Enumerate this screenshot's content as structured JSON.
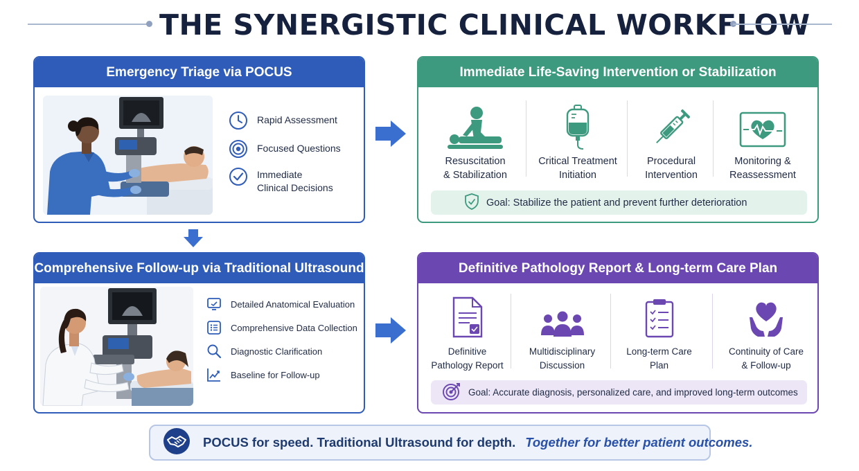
{
  "title": "THE SYNERGISTIC CLINICAL WORKFLOW",
  "triage": {
    "header": "Emergency Triage via POCUS",
    "features": [
      {
        "icon": "clock-icon",
        "label": "Rapid Assessment"
      },
      {
        "icon": "target-icon",
        "label": "Focused Questions"
      },
      {
        "icon": "check-circle-icon",
        "label": "Immediate\nClinical Decisions"
      }
    ]
  },
  "followup": {
    "header": "Comprehensive Follow-up via Traditional Ultrasound",
    "features": [
      {
        "icon": "monitor-icon",
        "label": "Detailed Anatomical Evaluation"
      },
      {
        "icon": "list-icon",
        "label": "Comprehensive Data Collection"
      },
      {
        "icon": "magnifier-icon",
        "label": "Diagnostic Clarification"
      },
      {
        "icon": "trend-chart-icon",
        "label": "Baseline for Follow-up"
      }
    ]
  },
  "intervention": {
    "header": "Immediate Life-Saving Intervention or Stabilization",
    "columns": [
      {
        "icon": "cpr-icon",
        "label": "Resuscitation\n& Stabilization"
      },
      {
        "icon": "iv-bag-icon",
        "label": "Critical Treatment\nInitiation"
      },
      {
        "icon": "syringe-icon",
        "label": "Procedural\nIntervention"
      },
      {
        "icon": "heart-monitor-icon",
        "label": "Monitoring &\nReassessment"
      }
    ],
    "goal": "Goal: Stabilize the patient and prevent further deterioration"
  },
  "report": {
    "header": "Definitive Pathology Report & Long-term Care Plan",
    "columns": [
      {
        "icon": "document-icon",
        "label": "Definitive\nPathology Report"
      },
      {
        "icon": "team-icon",
        "label": "Multidisciplinary\nDiscussion"
      },
      {
        "icon": "clipboard-icon",
        "label": "Long-term Care\nPlan"
      },
      {
        "icon": "heart-hands-icon",
        "label": "Continuity of Care\n& Follow-up"
      }
    ],
    "goal": "Goal: Accurate diagnosis, personalized care, and improved long-term outcomes"
  },
  "footer": {
    "icon": "handshake-icon",
    "statement": "POCUS for speed. Traditional Ultrasound for depth.",
    "tagline": "Together for better patient outcomes."
  },
  "colors": {
    "blue": "#2e5cb8",
    "green": "#3e9a7f",
    "purple": "#6b47b1",
    "arrow": "#3b6fcf"
  }
}
